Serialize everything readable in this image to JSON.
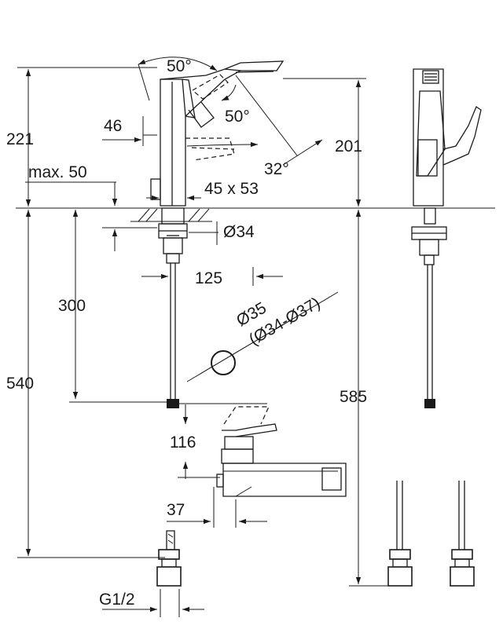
{
  "dimensions": {
    "angle_top": "50°",
    "angle_side": "50°",
    "angle_tilt": "32°",
    "spout_height": "221",
    "body_height": "201",
    "spout_depth": "46",
    "deck_thickness": "max. 50",
    "base_size": "45 x 53",
    "shank_diameter": "Ø34",
    "lever_reach": "125",
    "hose_length": "300",
    "hole_diameter": "Ø35",
    "hole_range": "(Ø34-Ø37)",
    "waste_height": "116",
    "waste_offset": "37",
    "total_height": "540",
    "total_length": "585",
    "connection_thread": "G1/2"
  }
}
